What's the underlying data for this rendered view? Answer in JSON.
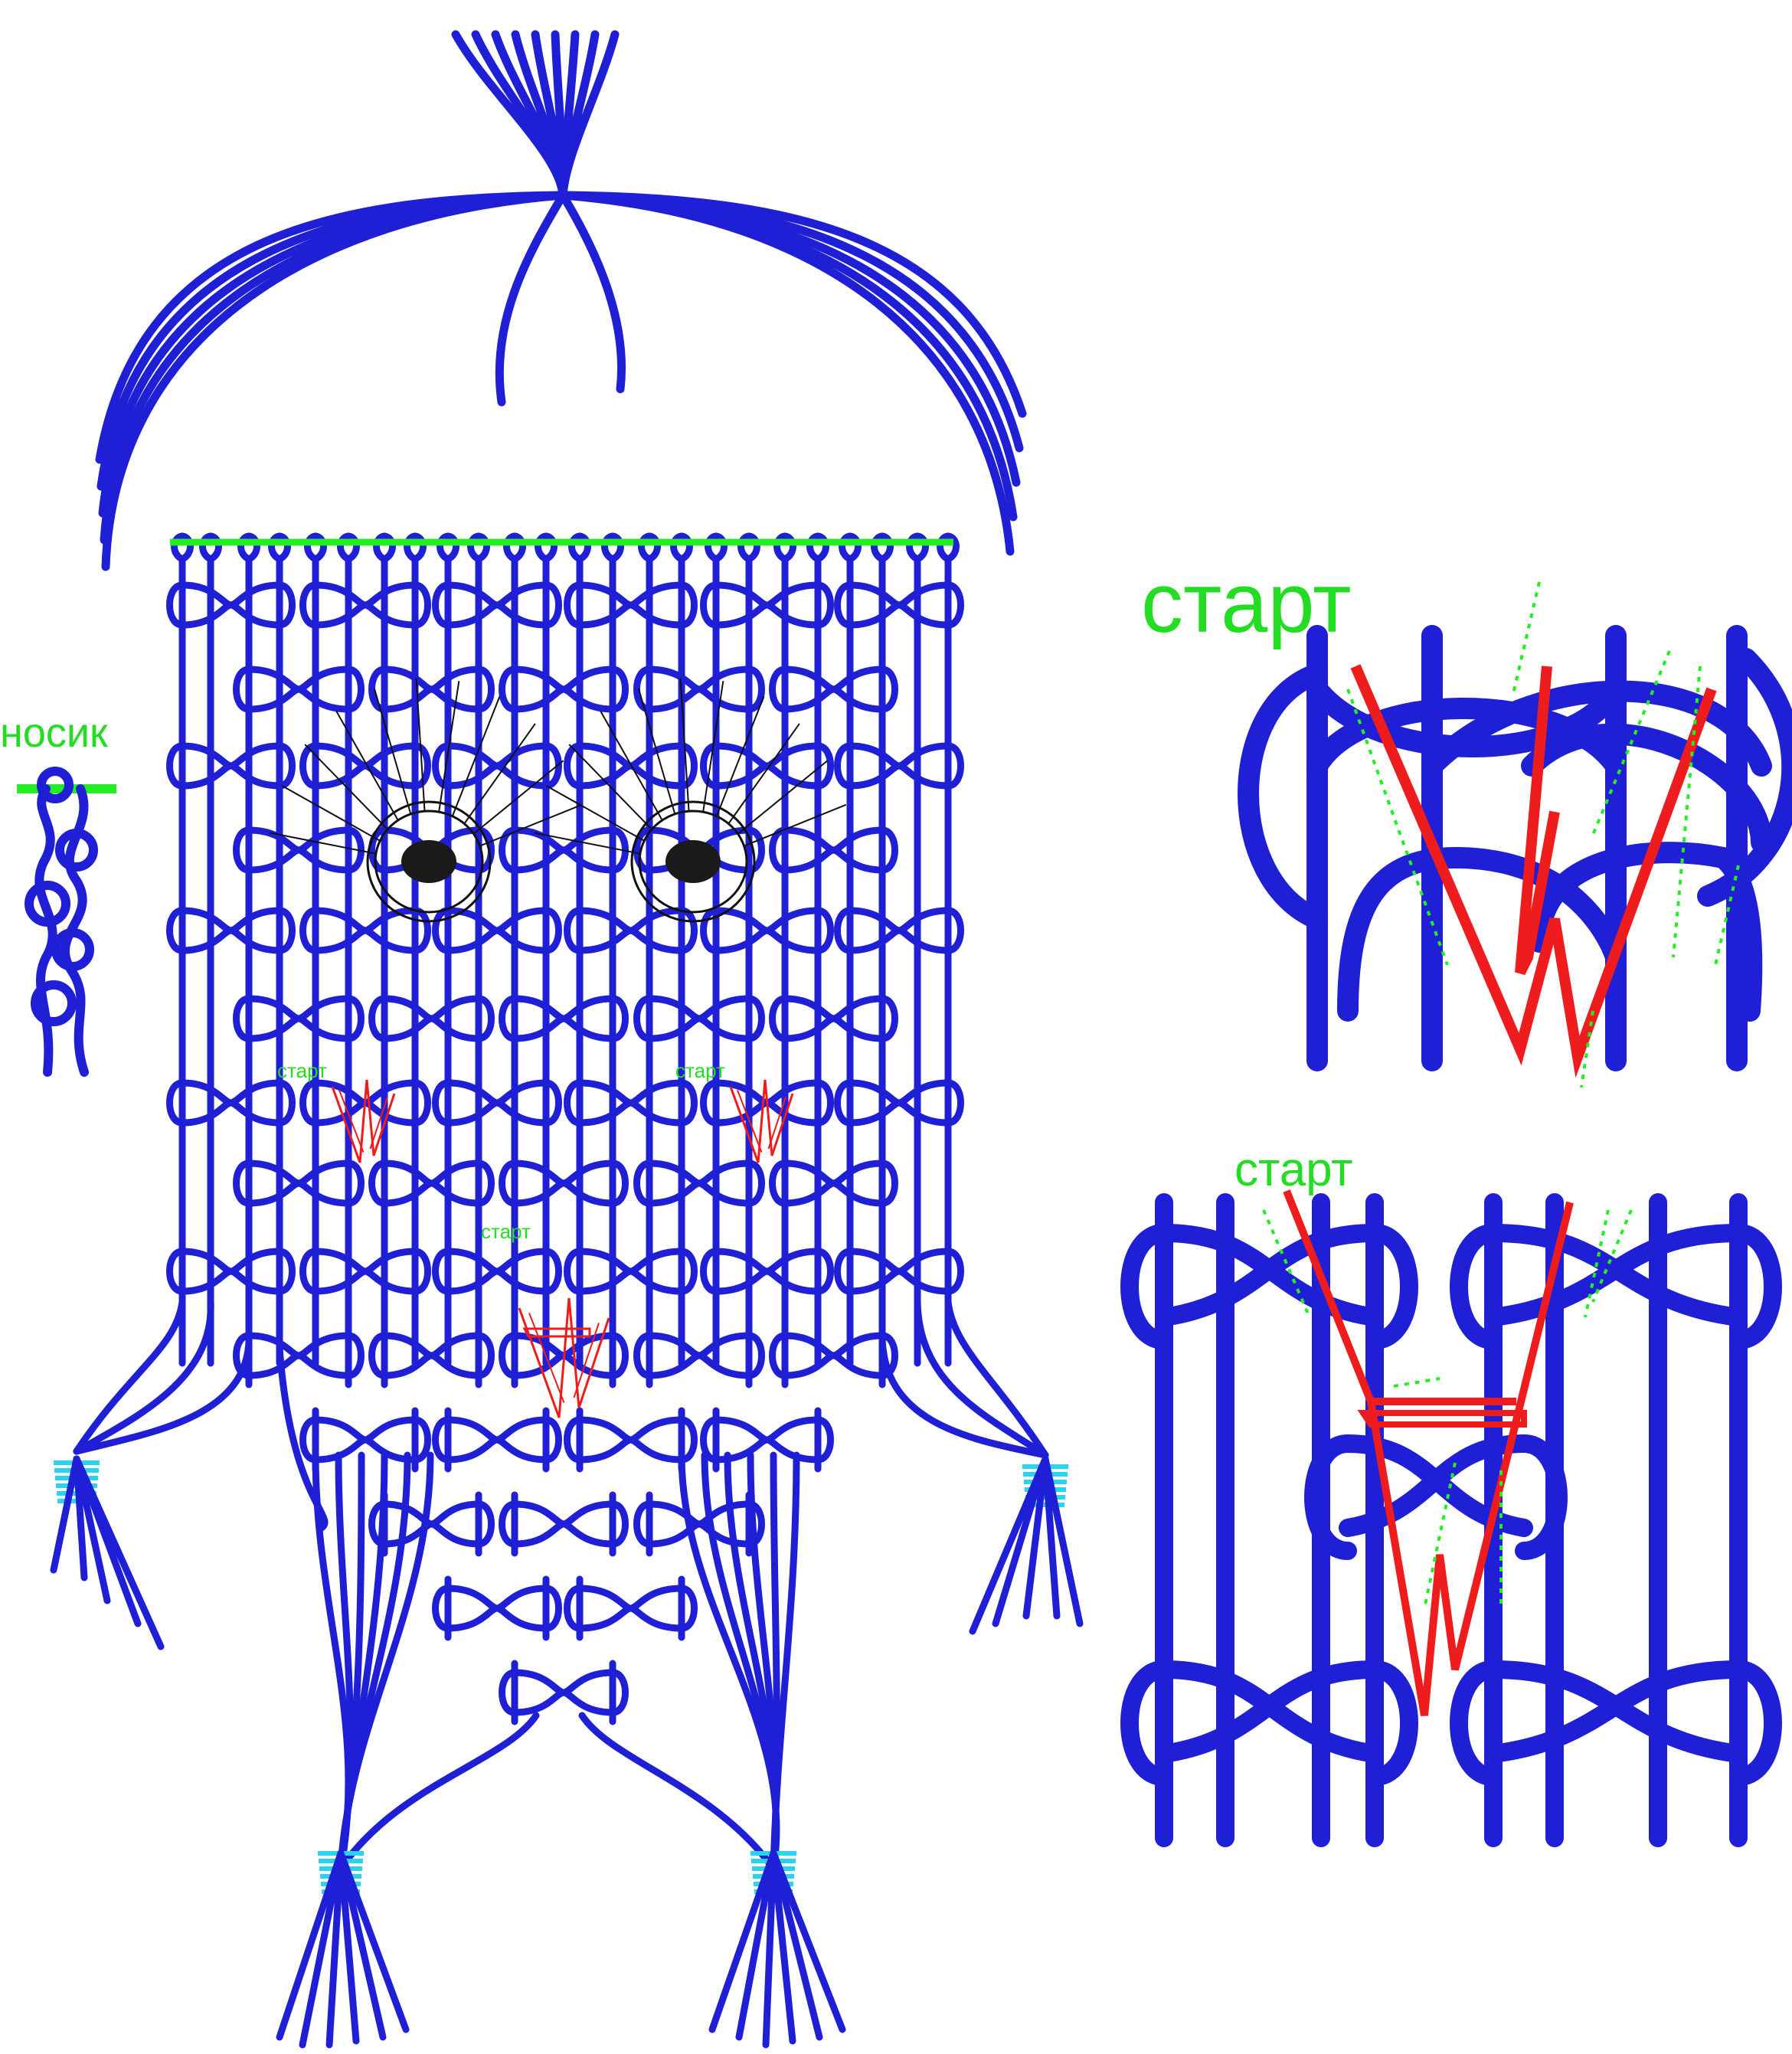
{
  "labels": {
    "nose": "носик",
    "start_big": "старт",
    "start_mid": "старт",
    "start_small_left": "старт",
    "start_small_right": "старт",
    "start_small_center": "старт"
  },
  "colors": {
    "cord": "#1f1fd6",
    "binding": "#2ad4f0",
    "line": "#22ee22",
    "path": "#ee1c1c",
    "eye": "#1a1a1a"
  },
  "icons": {
    "eye": "eye-with-lashes-icon",
    "arrow": "direction-arrow-icon"
  }
}
